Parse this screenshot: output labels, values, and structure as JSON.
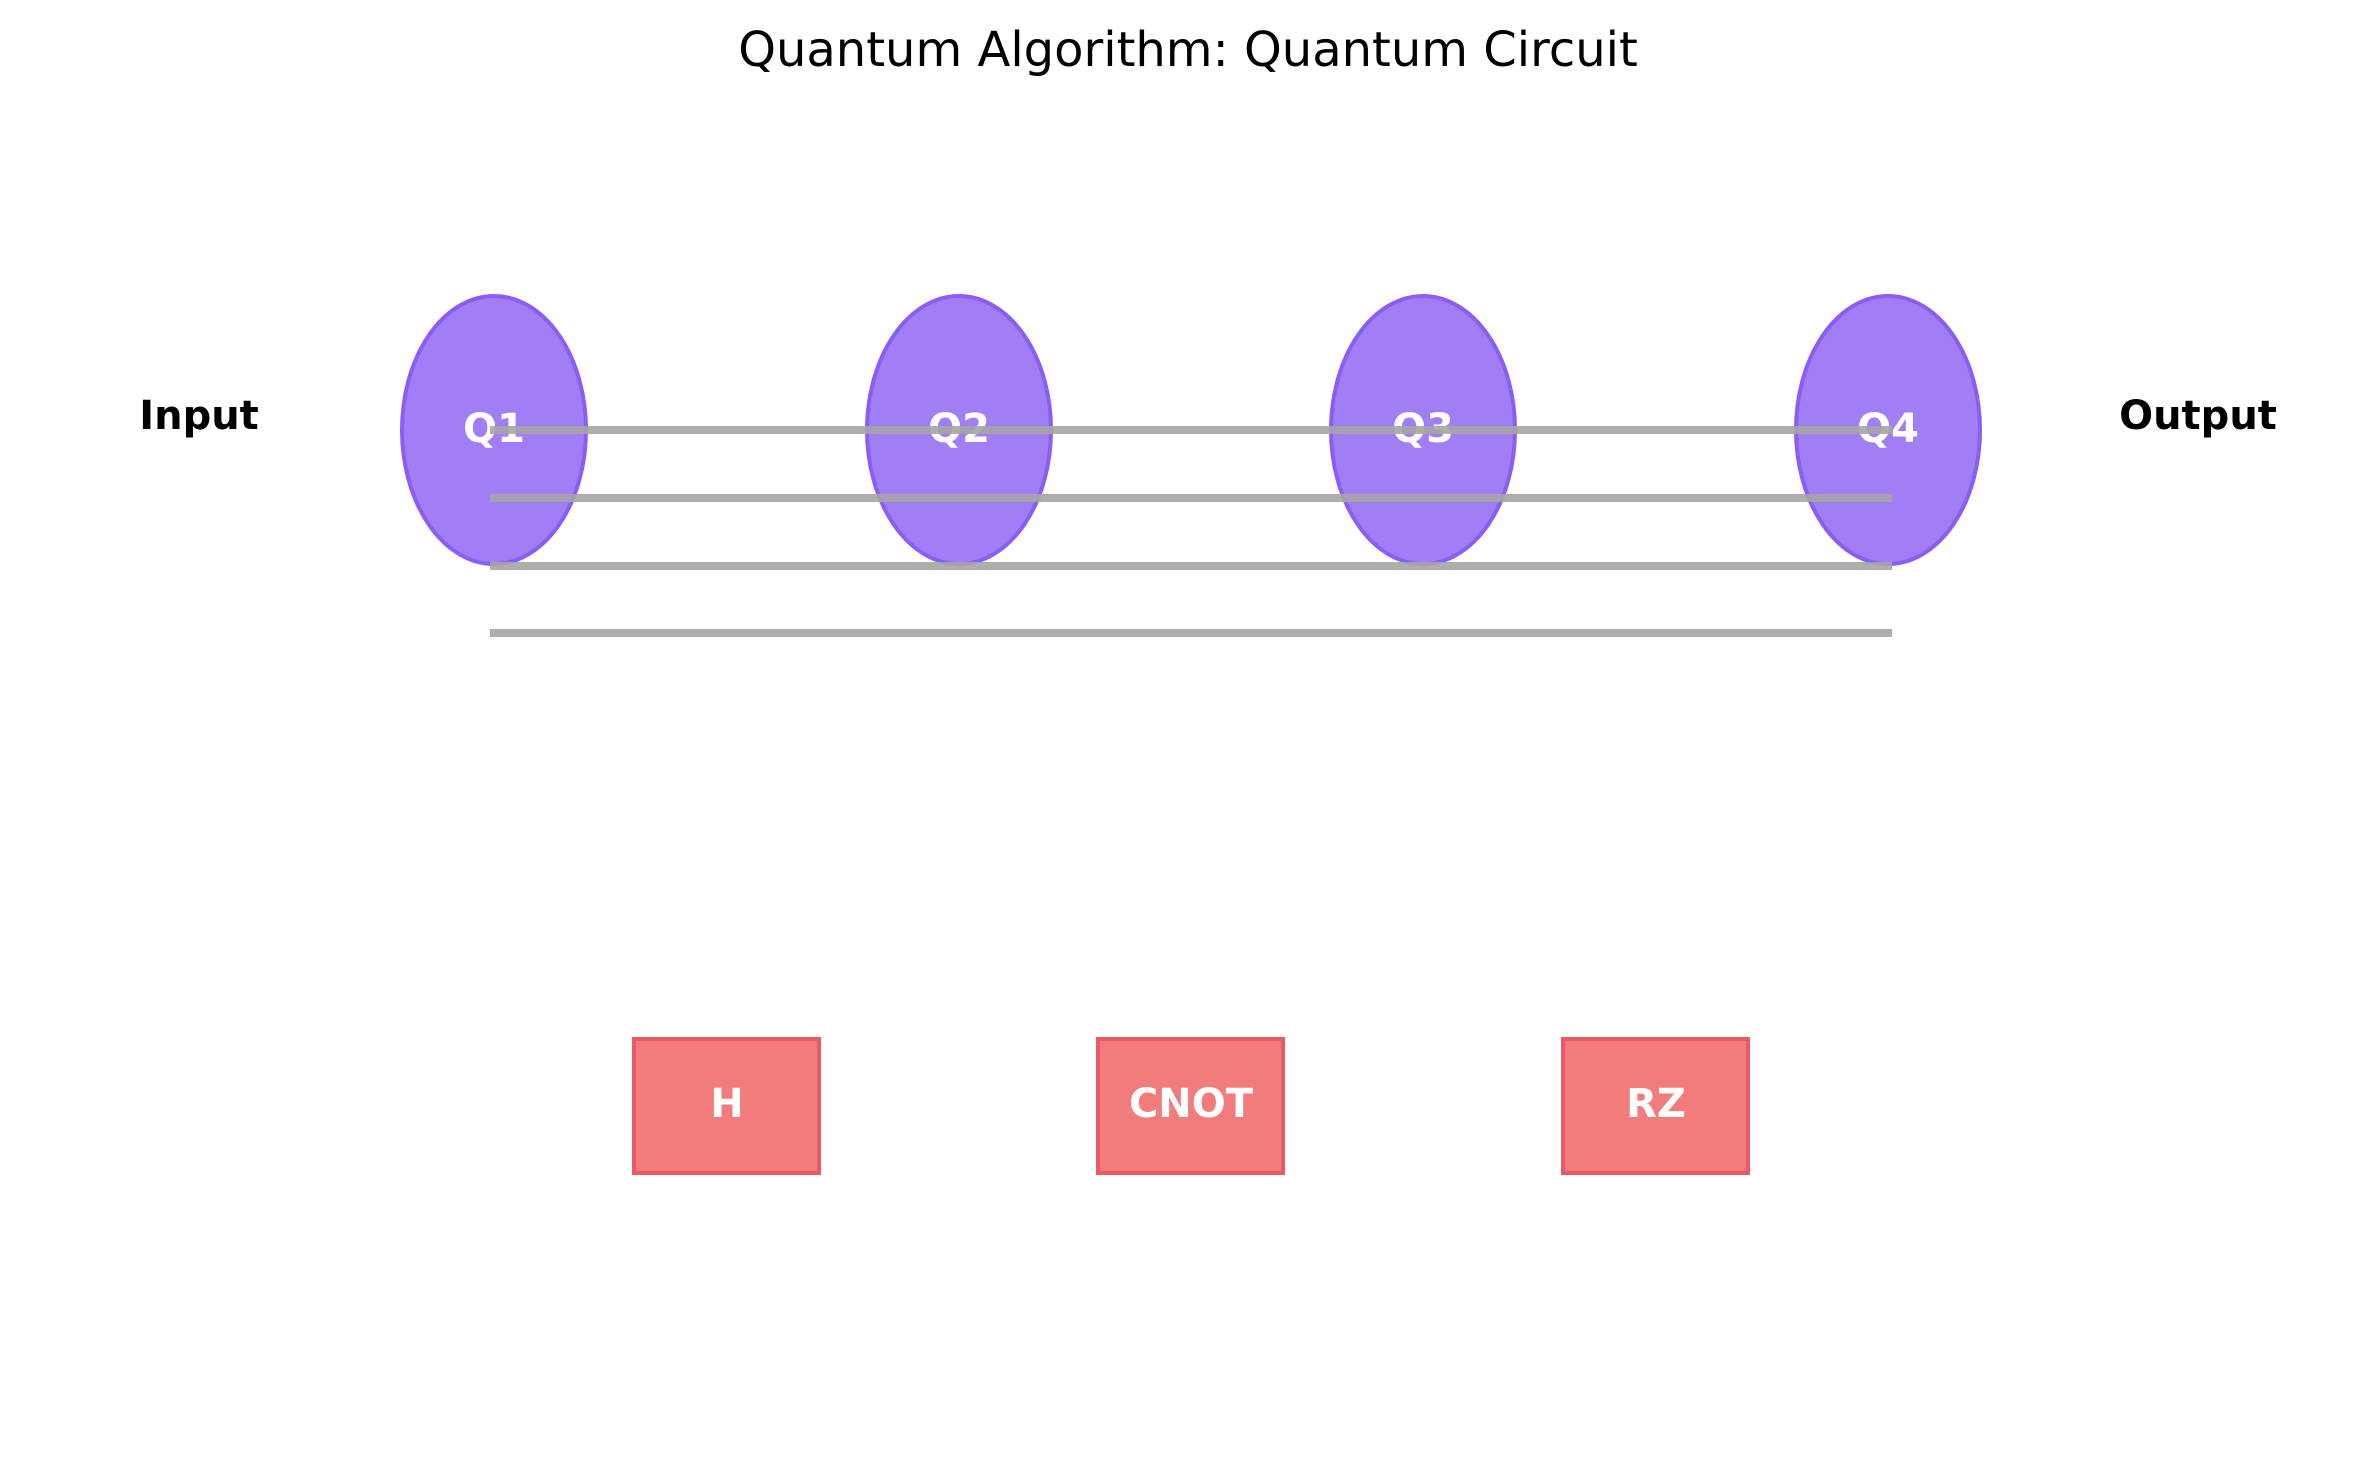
{
  "title": "Quantum Algorithm: Quantum Circuit",
  "input_label": "Input",
  "output_label": "Output",
  "qubits": [
    {
      "label": "Q1"
    },
    {
      "label": "Q2"
    },
    {
      "label": "Q3"
    },
    {
      "label": "Q4"
    }
  ],
  "gates": [
    {
      "label": "H"
    },
    {
      "label": "CNOT"
    },
    {
      "label": "RZ"
    }
  ],
  "colors": {
    "qubit_fill": "#a27ef6",
    "qubit_stroke": "#8b5cf6",
    "gate_fill": "#f27b7b",
    "gate_stroke": "#ea5a66",
    "wire": "#a6a6a6",
    "label_text": "#ffffff"
  }
}
